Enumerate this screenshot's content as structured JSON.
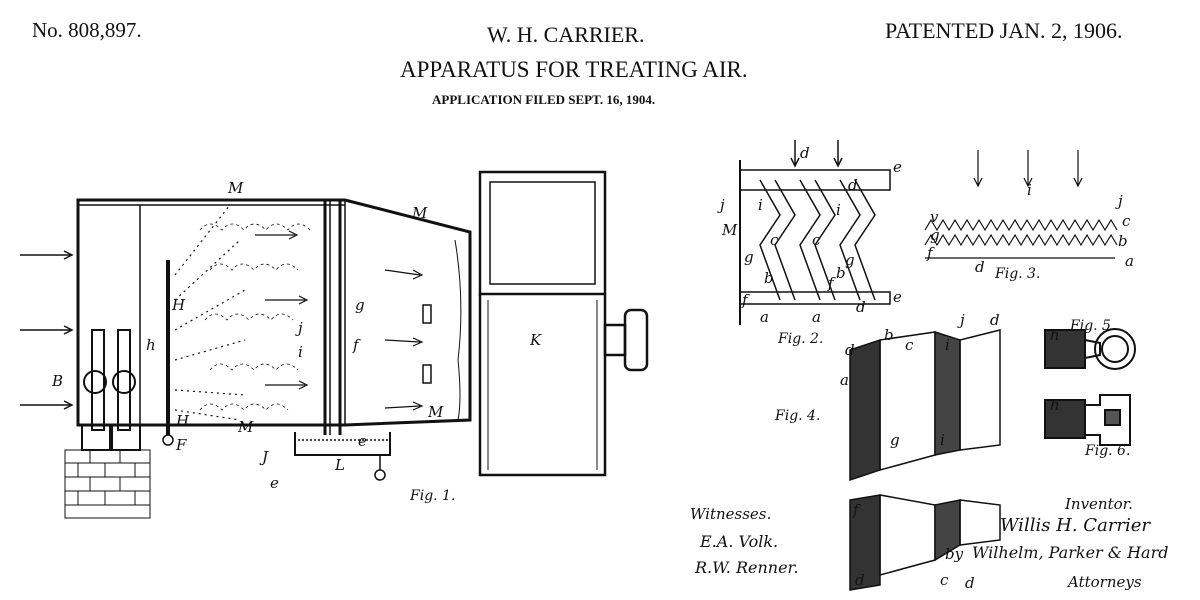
{
  "header": {
    "number": "No. 808,897.",
    "inventor": "W. H. CARRIER.",
    "patented": "PATENTED JAN. 2, 1906.",
    "title": "APPARATUS FOR TREATING AIR.",
    "filed": "APPLICATION FILED SEPT. 16, 1904."
  },
  "figures": {
    "fig1": {
      "caption": "Fig. 1.",
      "labels": [
        "M",
        "M",
        "M",
        "M",
        "B",
        "H",
        "h",
        "H",
        "F",
        "J",
        "e",
        "L",
        "e",
        "j",
        "i",
        "g",
        "f",
        "K"
      ]
    },
    "fig2": {
      "caption": "Fig. 2.",
      "labels": [
        "d",
        "d",
        "j",
        "i",
        "i",
        "M",
        "c",
        "c",
        "g",
        "g",
        "b",
        "b",
        "f",
        "f",
        "d",
        "e",
        "e",
        "a",
        "a"
      ]
    },
    "fig3": {
      "caption": "Fig. 3.",
      "labels": [
        "i",
        "j",
        "c",
        "b",
        "a",
        "v",
        "g",
        "f",
        "d"
      ]
    },
    "fig4": {
      "caption": "Fig. 4.",
      "labels": [
        "d",
        "b",
        "c",
        "i",
        "j",
        "d",
        "a",
        "g",
        "i",
        "f",
        "c",
        "d",
        "d"
      ]
    },
    "fig5": {
      "caption": "Fig. 5.",
      "labels": [
        "h"
      ]
    },
    "fig6": {
      "caption": "Fig. 6.",
      "labels": [
        "h"
      ]
    }
  },
  "signatures": {
    "witnesses_label": "Witnesses.",
    "witness_1": "E.A. Volk.",
    "witness_2": "R.W. Renner.",
    "inventor_label": "Inventor.",
    "inventor_signature": "Willis H. Carrier",
    "by": "by",
    "attorneys_signature": "Wilhelm, Parker & Hard",
    "attorneys_label": "Attorneys"
  }
}
